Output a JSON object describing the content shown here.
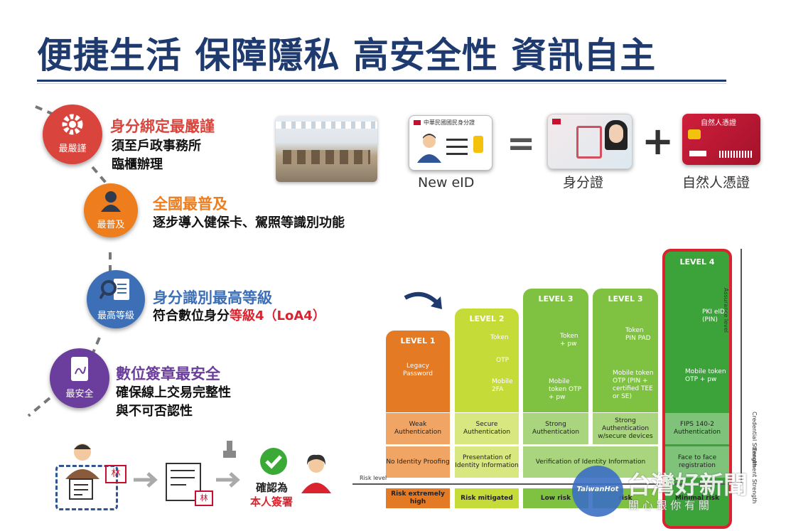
{
  "title": "便捷生活  保障隱私  高安全性  資訊自主",
  "items": [
    {
      "badge": "最嚴謹",
      "heading": "身分綁定最嚴謹",
      "lines": [
        "須至戶政事務所",
        "臨櫃辦理"
      ],
      "color": "#d9453c"
    },
    {
      "badge": "最普及",
      "heading": "全國最普及",
      "lines": [
        "逐步導入健保卡、駕照等識別功能"
      ],
      "color": "#ee7d1e"
    },
    {
      "badge": "最高等級",
      "heading": "身分識別最高等級",
      "line_prefix": "符合數位身分",
      "line_highlight": "等級4（LoA4）",
      "color": "#3d6fb6"
    },
    {
      "badge": "最安全",
      "heading": "數位簽章最安全",
      "lines": [
        "確保線上交易完整性",
        "與不可否認性"
      ],
      "color": "#6b3d9c"
    }
  ],
  "cards": {
    "new_eid_label": "New eID",
    "new_eid_card_text": "中華民國國民身分證",
    "id_card_label": "身分證",
    "cert_card_label": "自然人憑證",
    "cert_card_text": "自然人憑證",
    "equals": "=",
    "plus": "+"
  },
  "sign_flow": {
    "confirm_line1": "確認為",
    "confirm_line2": "本人簽署",
    "stamp": "林"
  },
  "diagram": {
    "levels": [
      {
        "name": "LEVEL 1",
        "items": [
          "Legacy Password"
        ],
        "auth": "Weak Authentication",
        "proof": "No Identity Proofing",
        "risk": "Risk extremely high"
      },
      {
        "name": "LEVEL 2",
        "items": [
          "Token",
          "OTP",
          "Mobile 2FA"
        ],
        "auth": "Secure Authentication",
        "proof": "Presentation of Identity Information",
        "risk": "Risk mitigated"
      },
      {
        "name": "LEVEL 3",
        "items": [
          "Token + pw",
          "Mobile token OTP + pw"
        ],
        "auth": "Strong Authentication",
        "proof": "Verification of Identity Information",
        "risk": "Low risk"
      },
      {
        "name": "LEVEL 3",
        "items": [
          "Token PIN PAD",
          "Mobile token OTP (PIN + certified TEE or SE)"
        ],
        "auth": "Strong Authentication w/secure devices",
        "proof": "",
        "risk": "risk"
      },
      {
        "name": "LEVEL 4",
        "items": [
          "PKI eID (PIN)",
          "Mobile token OTP + pw"
        ],
        "auth": "FIPS 140-2 Authentication",
        "proof": "Face to face registration",
        "risk": "Minimal risk"
      }
    ],
    "risk_axis": "Risk level",
    "assurance_axis": "Assurance level",
    "credential_axis": "Credential Strength",
    "enrolment_axis": "Enrolment Strength"
  },
  "watermark": {
    "brand": "TaiwanHot",
    "title": "台灣好新聞",
    "subtitle": "關 心 跟 你 有 關"
  }
}
